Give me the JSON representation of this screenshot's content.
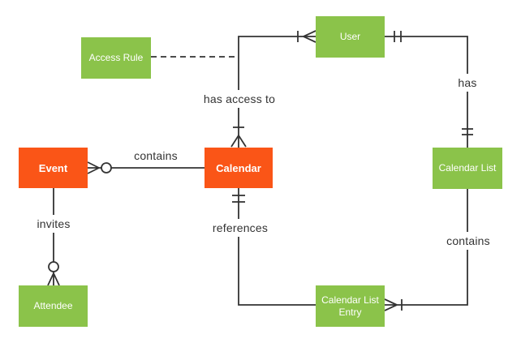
{
  "diagram": {
    "type": "entity-relationship",
    "colors": {
      "entity_green": "#8BC34A",
      "entity_orange": "#FA5517",
      "line": "#333333",
      "relationship_label_text": "#333333",
      "entity_text": "#FFFFFF",
      "background": "#FFFFFF"
    },
    "entities": [
      {
        "name": "Access Rule",
        "color": "green"
      },
      {
        "name": "User",
        "color": "green"
      },
      {
        "name": "Event",
        "color": "orange"
      },
      {
        "name": "Calendar",
        "color": "orange"
      },
      {
        "name": "Calendar List",
        "color": "green"
      },
      {
        "name": "Calendar List Entry",
        "color": "green"
      },
      {
        "name": "Attendee",
        "color": "green"
      }
    ],
    "relationships": [
      {
        "label": "contains",
        "from": "Event",
        "to": "Calendar",
        "style": "solid",
        "marker_at_event": "zero or many (crow's foot + circle)",
        "marker_at_calendar": "none"
      },
      {
        "label": "has access to",
        "from": "Calendar",
        "to": "User",
        "style": "solid",
        "marker_at_calendar": "one or many (tick + crow's foot)",
        "marker_at_user": "one or many (tick + crow's foot)"
      },
      {
        "label": "has",
        "from": "User",
        "to": "Calendar List",
        "style": "solid",
        "marker_at_user": "one and only one (two ticks)",
        "marker_at_calendar_list": "one and only one (two ticks)"
      },
      {
        "label": "contains",
        "from": "Calendar List",
        "to": "Calendar List Entry",
        "style": "solid",
        "marker_at_calendar_list": "none",
        "marker_at_entry": "one or many (crow's foot + tick)"
      },
      {
        "label": "references",
        "from": "Calendar",
        "to": "Calendar List Entry",
        "style": "solid",
        "marker_at_calendar": "one and only one (two ticks)",
        "marker_at_entry": "none"
      },
      {
        "label": "invites",
        "from": "Event",
        "to": "Attendee",
        "style": "solid",
        "marker_at_event": "none",
        "marker_at_attendee": "zero or many (circle + crow's foot)"
      },
      {
        "label": "",
        "from": "Access Rule",
        "to": "has access to relationship",
        "style": "dashed"
      }
    ]
  }
}
